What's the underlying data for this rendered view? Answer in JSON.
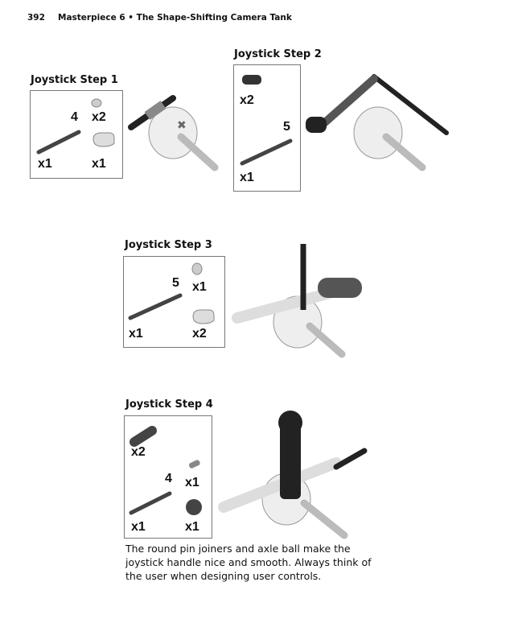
{
  "header": {
    "page_number": "392",
    "running_title": "Masterpiece 6 • The Shape-Shifting Camera Tank"
  },
  "steps": [
    {
      "title": "Joystick Step 1",
      "axle_length": "4",
      "parts": {
        "bushing": "x2",
        "axle": "x1",
        "joiner": "x1"
      }
    },
    {
      "title": "Joystick Step 2",
      "axle_length": "5",
      "parts": {
        "cross_block": "x2",
        "axle": "x1"
      }
    },
    {
      "title": "Joystick Step 3",
      "axle_length": "5",
      "parts": {
        "bushing": "x1",
        "axle": "x1",
        "joiner": "x2"
      }
    },
    {
      "title": "Joystick Step 4",
      "axle_length": "4",
      "parts": {
        "pin_joiner": "x2",
        "connector": "x1",
        "axle": "x1",
        "ball": "x1"
      }
    }
  ],
  "caption": "The round pin joiners and axle ball make the joystick handle nice and smooth. Always think of the user when designing user controls."
}
